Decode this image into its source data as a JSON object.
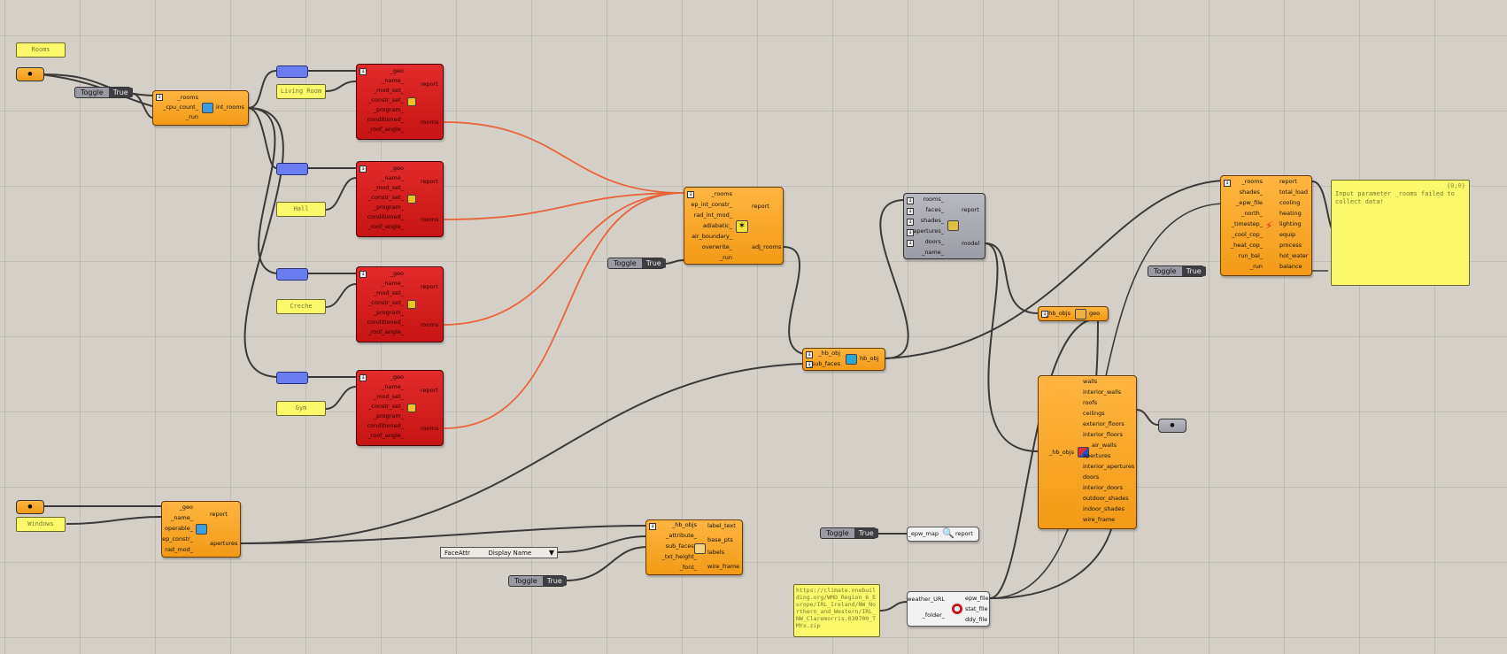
{
  "panels": {
    "rooms_label": "Rooms",
    "living": "Living Room",
    "hall": "Hall",
    "creche": "Creche",
    "gym": "Gym",
    "windows_label": "Windows",
    "url": "https://climate.onebuilding.org/WMO_Region_6_Europe/IRL_Ireland/NW_Northern_and_Western/IRL_NW_Claremorris.039700_TMYx.zip",
    "report_index": "{0;0}",
    "report_text": "Input parameter _rooms failed to collect data!"
  },
  "toggles": {
    "label": "Toggle",
    "value": "True"
  },
  "room_from_solid": {
    "inputs": [
      "_geo",
      "_name_",
      "_mod_set_",
      "_constr_set_",
      "_program_",
      "conditioned_",
      "_roof_angle_"
    ],
    "outputs": [
      "report",
      "rooms"
    ]
  },
  "intersect_rooms": {
    "inputs": [
      "_rooms",
      "_cpu_count_",
      "_run"
    ],
    "outputs": [
      "int_rooms"
    ]
  },
  "solve_adjacency": {
    "inputs": [
      "_rooms",
      "ep_int_constr_",
      "rad_int_mod_",
      "adiabatic_",
      "air_boundary_",
      "overwrite_",
      "_run"
    ],
    "outputs": [
      "report",
      "adj_rooms"
    ]
  },
  "add_subface": {
    "inputs": [
      "_hb_obj",
      "_sub_faces"
    ],
    "outputs": [
      "hb_obj"
    ]
  },
  "model": {
    "inputs": [
      "rooms_",
      "faces_",
      "shades_",
      "apertures_",
      "doors_",
      "_name_"
    ],
    "outputs": [
      "report",
      "model"
    ]
  },
  "visualize": {
    "inputs": [
      "_hb_objs"
    ],
    "outputs": [
      "geo"
    ]
  },
  "deconstruct": {
    "inputs": [
      "_hb_objs"
    ],
    "outputs": [
      "walls",
      "interior_walls",
      "roofs",
      "ceilings",
      "exterior_floors",
      "interior_floors",
      "air_walls",
      "apertures",
      "interior_apertures",
      "doors",
      "interior_doors",
      "outdoor_shades",
      "indoor_shades",
      "wire_frame"
    ]
  },
  "aperture": {
    "inputs": [
      "_geo",
      "_name_",
      "operable_",
      "ep_constr_",
      "rad_mod_"
    ],
    "outputs": [
      "report",
      "apertures"
    ]
  },
  "label": {
    "inputs": [
      "_hb_objs",
      "_attribute_",
      "sub_faces_",
      "_txt_height_",
      "_font_"
    ],
    "outputs": [
      "label_text",
      "base_pts",
      "labels",
      "wire_frame"
    ]
  },
  "dropdown": {
    "left": "FaceAttr",
    "value": "Display Name"
  },
  "energy_balance": {
    "inputs": [
      "_rooms",
      "shades_",
      "_epw_file",
      "_north_",
      "_timestep_",
      "_cool_cop_",
      "_heat_cop_",
      "run_bal_",
      "_run"
    ],
    "outputs": [
      "report",
      "total_load",
      "cooling",
      "heating",
      "lighting",
      "equip",
      "process",
      "hot_water",
      "balance"
    ]
  },
  "epw_map": {
    "inputs": [
      "_epw_map"
    ],
    "outputs": [
      "report"
    ]
  },
  "download_weather": {
    "inputs": [
      "_weather_URL",
      "_folder_"
    ],
    "outputs": [
      "epw_file",
      "stat_file",
      "ddy_file"
    ]
  },
  "colors": {
    "component_orange": "#f39a16",
    "component_red": "#c81414",
    "panel_yellow": "#fbf86a",
    "wire_grey": "#3a3a3a",
    "wire_orange": "#e8643a",
    "canvas": "#d4d0c8"
  }
}
